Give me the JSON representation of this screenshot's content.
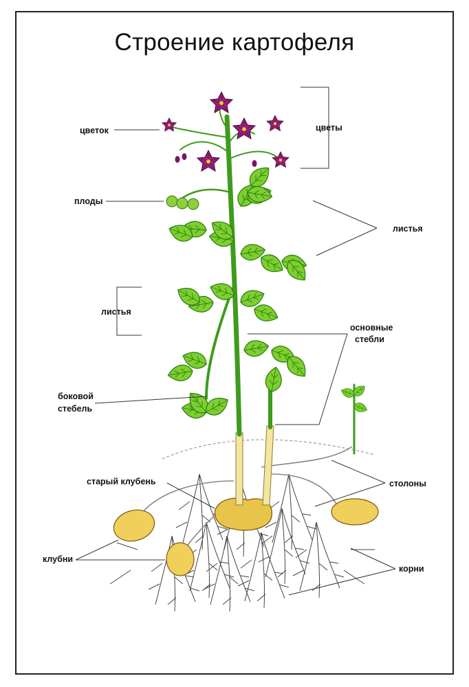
{
  "title": "Строение картофеля",
  "labels": {
    "flower": "цветок",
    "flowers": "цветы",
    "fruits": "плоды",
    "leaves_right": "листья",
    "leaves_left": "листья",
    "main_stems_line1": "основные",
    "main_stems_line2": "стебли",
    "side_stem_line1": "боковой",
    "side_stem_line2": "стебель",
    "old_tuber": "старый клубень",
    "stolons": "столоны",
    "tubers": "клубни",
    "roots": "корни"
  },
  "colors": {
    "leaf": "#7ccf2e",
    "leaf_dark": "#2f7d12",
    "stem": "#3f9b1c",
    "flower": "#9b1d7e",
    "flower_center": "#f2d23a",
    "tuber": "#f0cf5a",
    "root": "#444444"
  }
}
